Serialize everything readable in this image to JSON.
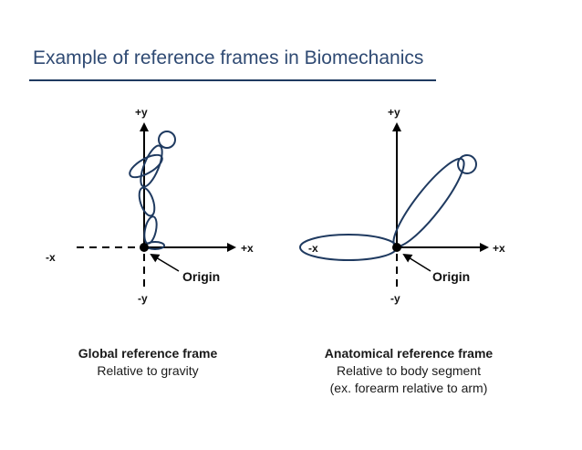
{
  "title": "Example of reference frames in Biomechanics",
  "left_frame": {
    "plus_y": "+y",
    "minus_y": "-y",
    "plus_x": "+x",
    "minus_x": "-x",
    "origin": "Origin",
    "caption_title": "Global reference frame",
    "caption_line1": "Relative to gravity"
  },
  "right_frame": {
    "plus_y": "+y",
    "minus_y": "-y",
    "plus_x": "+x",
    "minus_x": "-x",
    "origin": "Origin",
    "caption_title": "Anatomical reference frame",
    "caption_line1": "Relative to body segment",
    "caption_line2": "(ex. forearm relative to arm)"
  },
  "colors": {
    "title": "#2f4a73",
    "title_rule": "#1f3a60",
    "figure_stroke": "#1f3a60"
  }
}
